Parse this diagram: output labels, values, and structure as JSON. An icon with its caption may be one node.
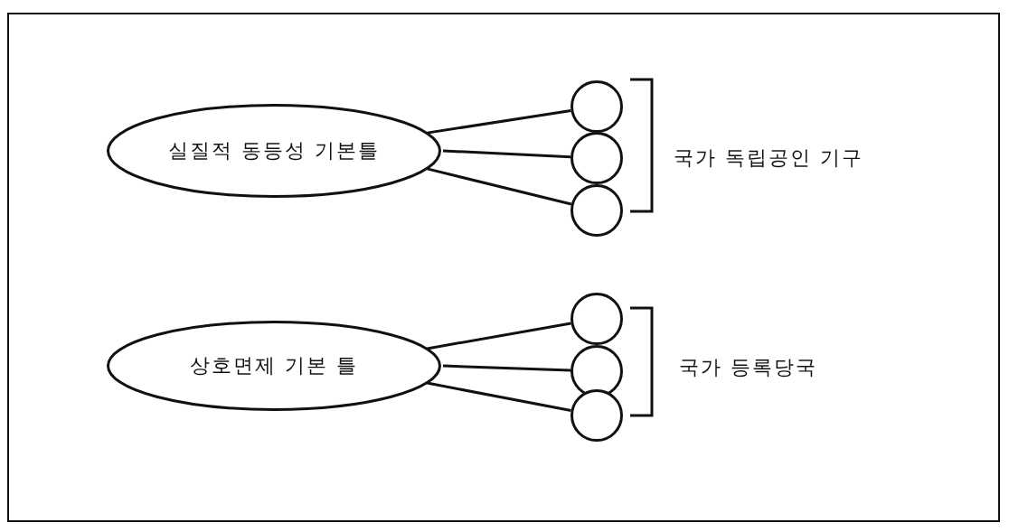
{
  "diagram": {
    "nodes": [
      {
        "text": [
          "실질적 동등성 기본틀"
        ]
      },
      {
        "text": [],
        "shape": "circle"
      },
      {
        "text": [],
        "shape": "circle"
      },
      {
        "text": [],
        "shape": "circle"
      },
      {
        "text": [
          "상호면제 기본 틀"
        ]
      },
      {
        "text": [],
        "shape": "circle"
      },
      {
        "text": [],
        "shape": "circle"
      },
      {
        "text": [],
        "shape": "circle"
      }
    ],
    "edges": [
      {
        "from": 0,
        "to": 1,
        "arrow": "none"
      },
      {
        "from": 0,
        "to": 2,
        "arrow": "none"
      },
      {
        "from": 0,
        "to": 3,
        "arrow": "none"
      },
      {
        "from": 4,
        "to": 5,
        "arrow": "none"
      },
      {
        "from": 4,
        "to": 6,
        "arrow": "none"
      },
      {
        "from": 4,
        "to": 7,
        "arrow": "none"
      }
    ],
    "labels": [
      "국가 독립공인 기구",
      "국가 등록당국"
    ]
  }
}
